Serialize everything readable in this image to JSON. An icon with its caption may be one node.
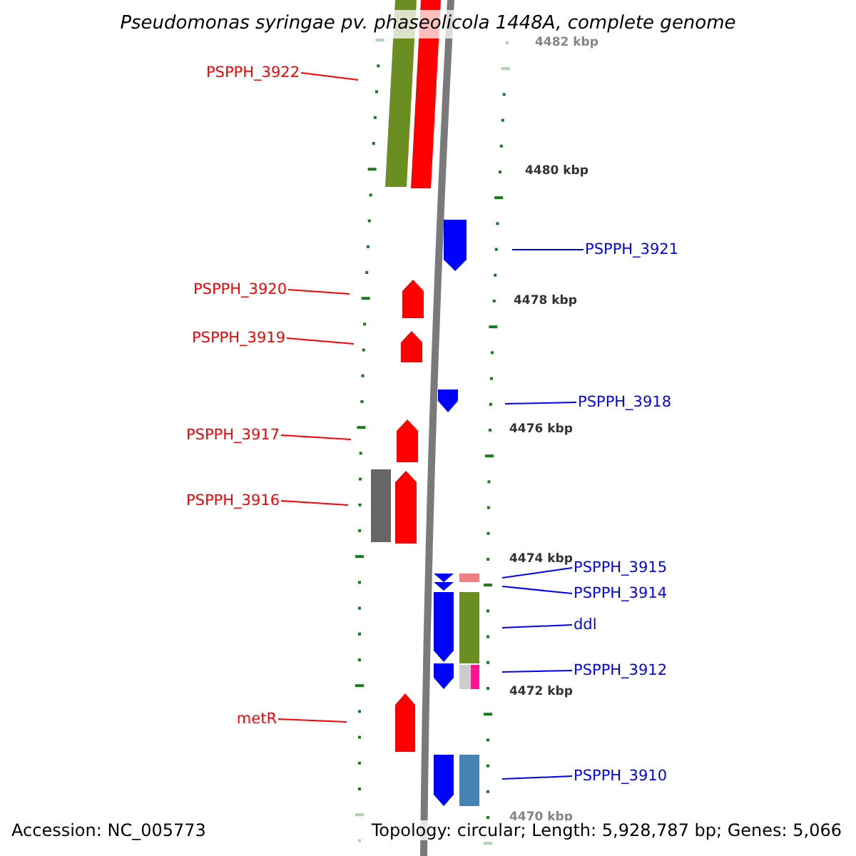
{
  "diagram": {
    "title": "Pseudomonas syringae pv. phaseolicola 1448A, complete genome",
    "nodes": [
      {
        "text": [
          "PSPPH_3922"
        ]
      },
      {
        "text": [
          "PSPPH_3921"
        ]
      },
      {
        "text": [
          "PSPPH_3920"
        ]
      },
      {
        "text": [
          "PSPPH_3919"
        ]
      },
      {
        "text": [
          "PSPPH_3918"
        ]
      },
      {
        "text": [
          "PSPPH_3917"
        ]
      },
      {
        "text": [
          "PSPPH_3916"
        ]
      },
      {
        "text": [
          "PSPPH_3915"
        ]
      },
      {
        "text": [
          "PSPPH_3914"
        ]
      },
      {
        "text": [
          "ddl"
        ]
      },
      {
        "text": [
          "PSPPH_3912"
        ]
      },
      {
        "text": [
          "metR"
        ]
      },
      {
        "text": [
          "PSPPH_3910"
        ]
      }
    ],
    "edges": [
      {
        "from": 0,
        "to": null,
        "arrow": "none",
        "color": "#ff0000"
      },
      {
        "from": 1,
        "to": null,
        "arrow": "none"
      },
      {
        "from": 2,
        "to": null,
        "arrow": "none",
        "color": "#ff0000"
      },
      {
        "from": 3,
        "to": null,
        "arrow": "none",
        "color": "#ff0000"
      },
      {
        "from": 4,
        "to": null,
        "arrow": "none"
      },
      {
        "from": 5,
        "to": null,
        "arrow": "none",
        "color": "#ff0000"
      },
      {
        "from": 6,
        "to": null,
        "arrow": "none",
        "color": "#ff0000"
      },
      {
        "from": 7,
        "to": null,
        "arrow": "none"
      },
      {
        "from": 8,
        "to": null,
        "arrow": "none"
      },
      {
        "from": 9,
        "to": null,
        "arrow": "none"
      },
      {
        "from": 10,
        "to": null,
        "arrow": "none"
      },
      {
        "from": 11,
        "to": null,
        "arrow": "none",
        "color": "#ff0000"
      },
      {
        "from": 12,
        "to": null,
        "arrow": "none"
      }
    ],
    "labels": [
      "4482 kbp",
      "4480 kbp",
      "4478 kbp",
      "4476 kbp",
      "4474 kbp",
      "4472 kbp",
      "4470 kbp",
      "Accession: NC_005773",
      "Topology: circular; Length: 5,928,787 bp; Genes: 5,066"
    ]
  }
}
